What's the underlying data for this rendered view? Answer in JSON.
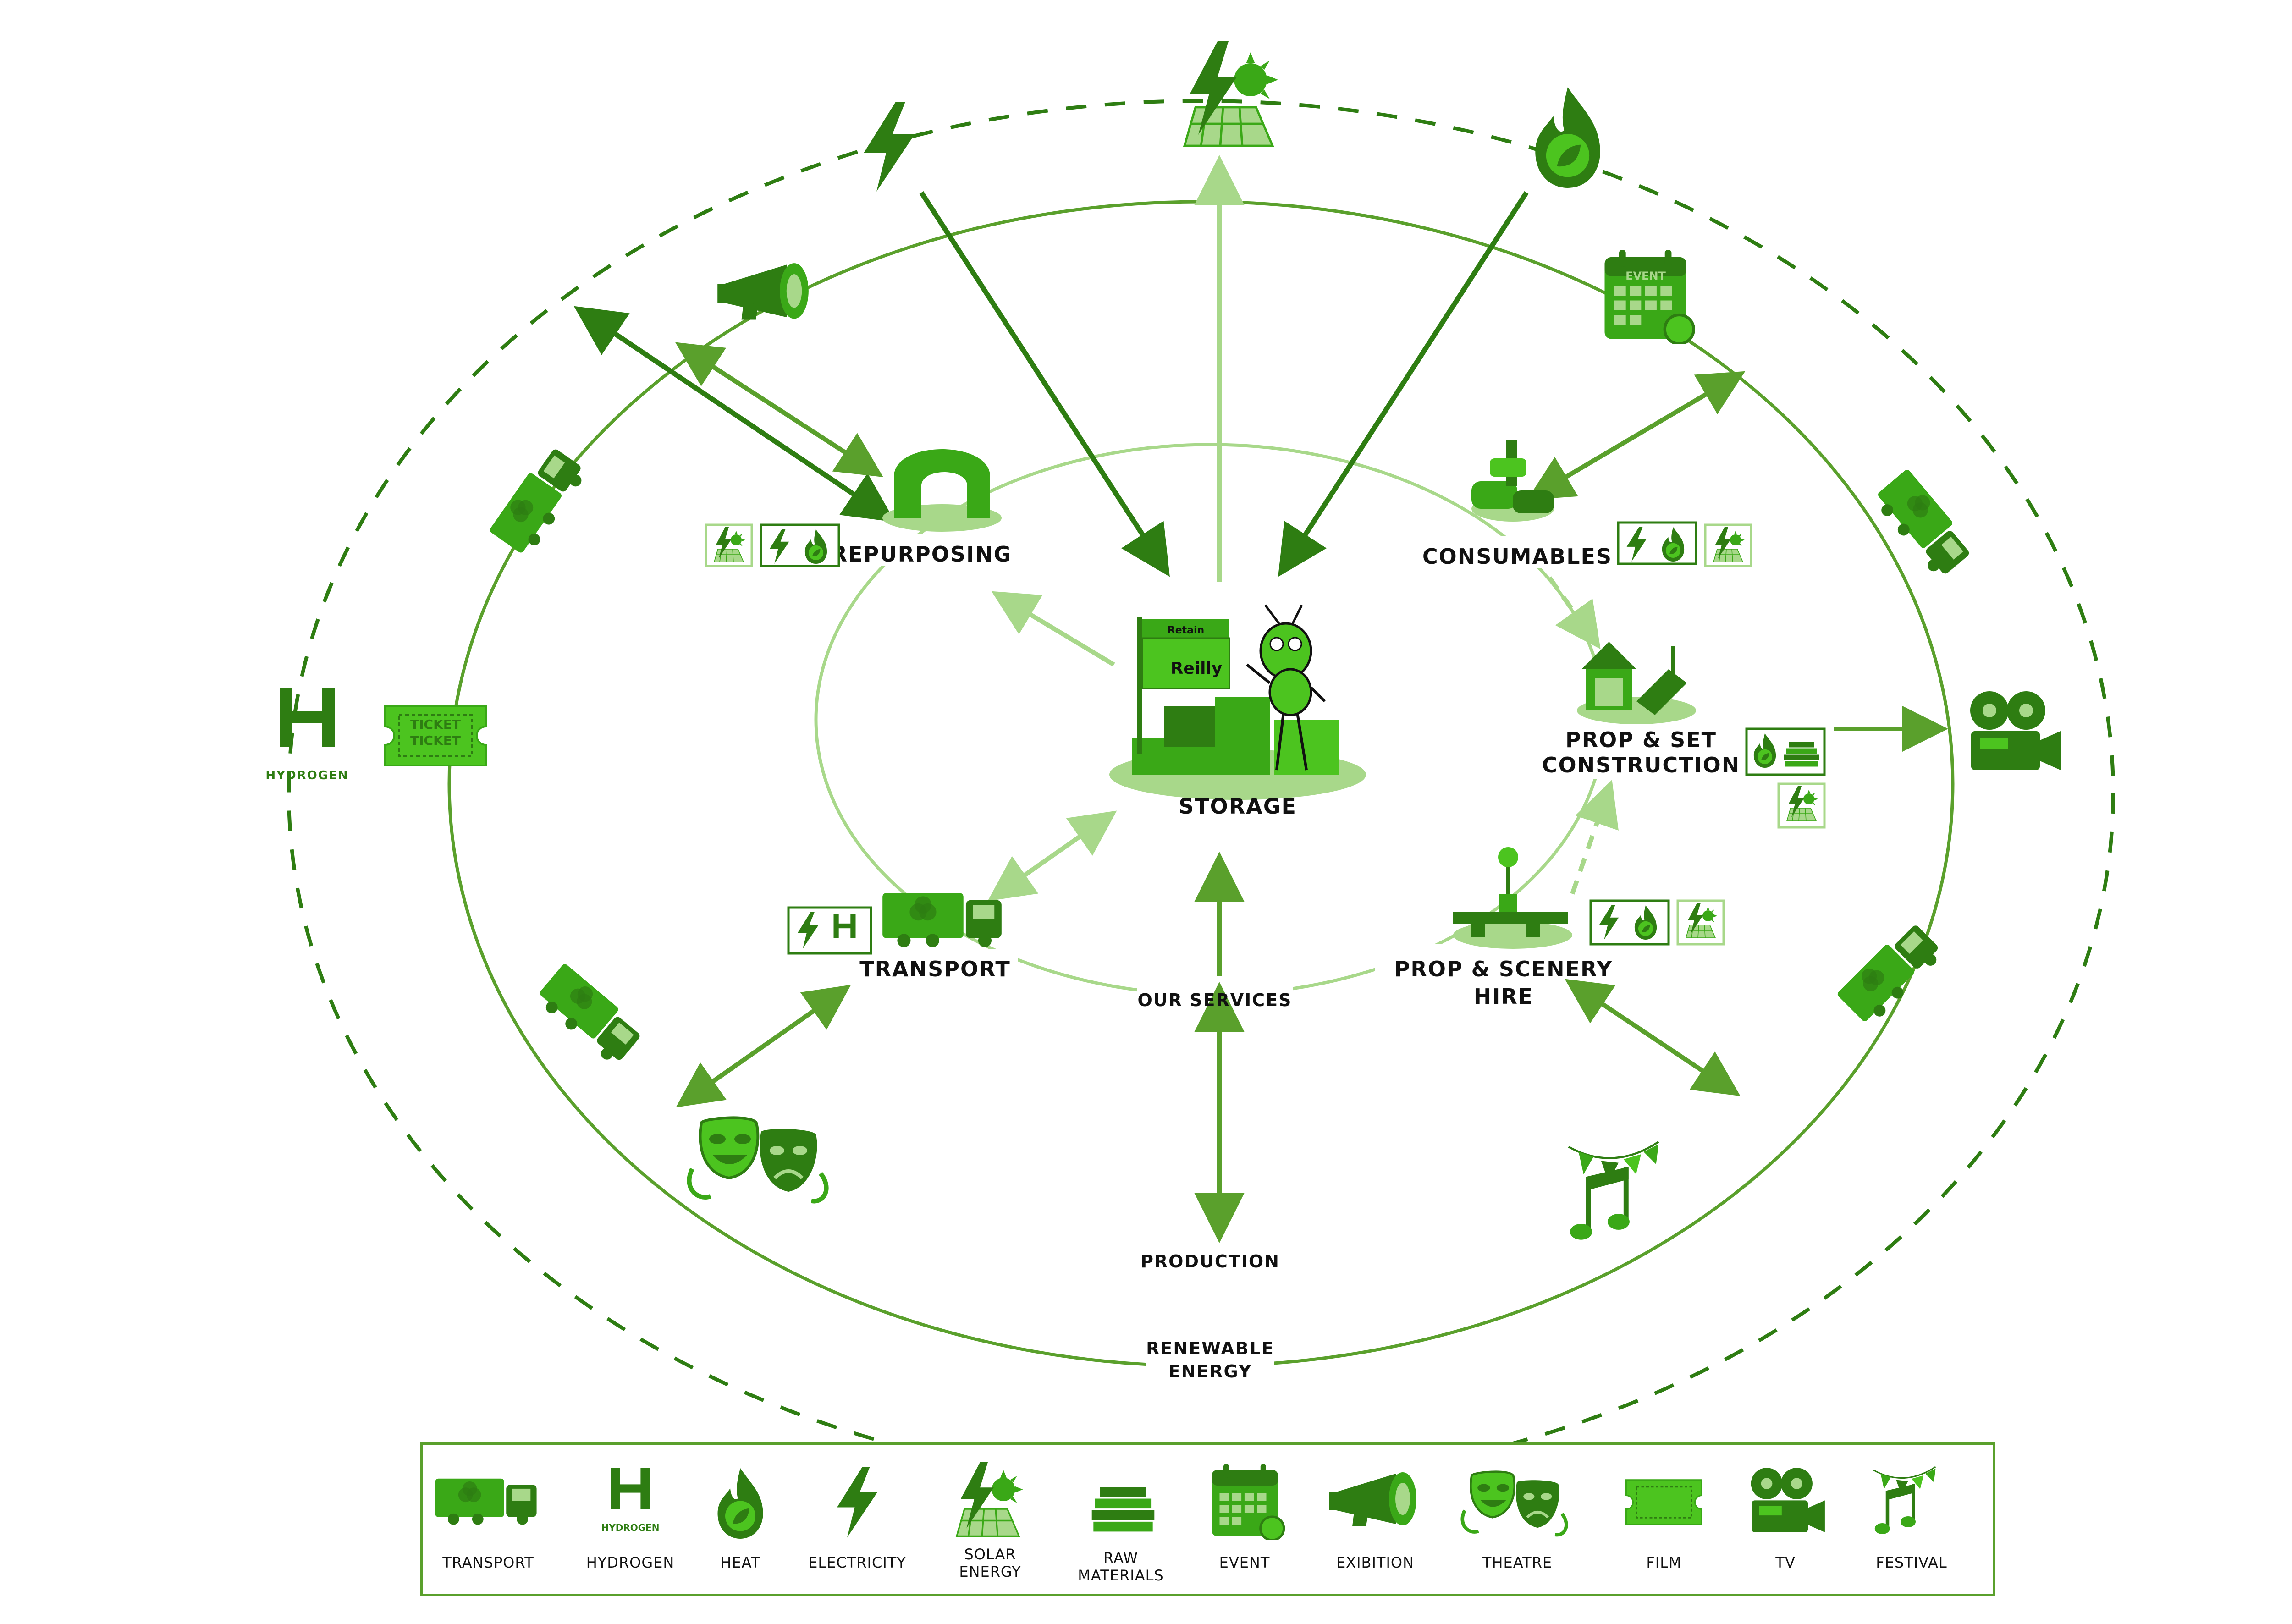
{
  "diagram": {
    "rings": {
      "outer": "RENEWABLE ENERGY",
      "middle": "PRODUCTION",
      "inner": "OUR SERVICES"
    },
    "center": {
      "label": "STORAGE",
      "sign_top": "Retain",
      "sign_brand": "Reilly"
    },
    "services": {
      "repurposing": "REPURPOSING",
      "consumables": "CONSUMABLES",
      "prop_set_line1": "PROP & SET",
      "prop_set_line2": "CONSTRUCTION",
      "transport": "TRANSPORT",
      "scenery_line1": "PROP & SCENERY",
      "scenery_line2": "HIRE"
    },
    "hydrogen_letter": "H",
    "hydrogen_label": "HYDROGEN",
    "ticket_text": "TICKET",
    "event_text": "EVENT"
  },
  "legend": {
    "items": [
      {
        "label": "TRANSPORT",
        "icon": "truck-icon"
      },
      {
        "label": "HYDROGEN",
        "icon": "hydrogen-icon"
      },
      {
        "label": "HEAT",
        "icon": "flame-leaf-icon"
      },
      {
        "label": "ELECTRICITY",
        "icon": "lightning-icon"
      },
      {
        "label_line1": "SOLAR",
        "label_line2": "ENERGY",
        "icon": "solar-energy-icon"
      },
      {
        "label_line1": "RAW",
        "label_line2": "MATERIALS",
        "icon": "raw-materials-icon"
      },
      {
        "label": "EVENT",
        "icon": "event-calendar-icon"
      },
      {
        "label": "EXIBITION",
        "icon": "megaphone-icon"
      },
      {
        "label": "THEATRE",
        "icon": "theatre-masks-icon"
      },
      {
        "label": "FILM",
        "icon": "ticket-icon"
      },
      {
        "label": "TV",
        "icon": "film-camera-icon"
      },
      {
        "label": "FESTIVAL",
        "icon": "festival-icon"
      }
    ]
  },
  "colors": {
    "dark_green": "#2e7d12",
    "green": "#3aa817",
    "mid_green": "#5aa02c",
    "light_green": "#a8d88a",
    "bright_green": "#4cc41f"
  }
}
